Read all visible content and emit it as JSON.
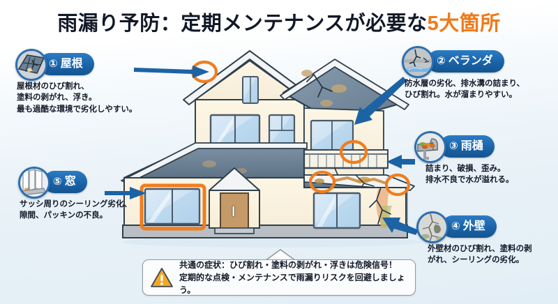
{
  "header": {
    "title_main": "雨漏り予防：定期メンテナンスが必要な",
    "title_accent": "5大箇所"
  },
  "colors": {
    "badge_blue": "#1a63a8",
    "accent_orange": "#ef7a1a",
    "arrow_blue": "#1c63a5",
    "highlight_orange": "#f07d1f",
    "background": "#e8f1f7",
    "text_dark": "#111827",
    "warning_amber": "#f5a623"
  },
  "cards": [
    {
      "id": "roof",
      "number": "①",
      "label": "屋根",
      "icon": "roof-tile-crack-icon",
      "desc": "屋根材のひび割れ、\n塗料の剥がれ、浮き。\n最も過酷な環境で劣化しやすい。"
    },
    {
      "id": "balcony",
      "number": "②",
      "label": "ベランダ",
      "icon": "balcony-waterpool-crack-icon",
      "desc": "防水層の劣化、排水溝の詰まり、\nひび割れ。水が溜まりやすい。"
    },
    {
      "id": "gutter",
      "number": "③",
      "label": "雨樋",
      "icon": "gutter-clogged-leaves-icon",
      "desc": "詰まり、破損、歪み。\n排水不良で水が溢れる。"
    },
    {
      "id": "exterior-wall",
      "number": "④",
      "label": "外壁",
      "icon": "wall-crack-peeling-icon",
      "desc": "外壁材のひび割れ、塗料の剥\nがれ、シーリングの劣化。"
    },
    {
      "id": "window",
      "number": "⑤",
      "label": "窓",
      "icon": "window-sash-seal-icon",
      "desc": "サッシ周りのシーリング劣化、\n隙間、パッキンの不良。"
    }
  ],
  "callout": {
    "icon": "warning-triangle-icon",
    "text": "共通の症状：ひび割れ・塗料の剥がれ・浮きは危険信号！\n定期的な点検・メンテナンスで雨漏りリスクを回避しましょう。"
  },
  "illustration": {
    "name": "two-story-house-illustration",
    "highlight_markers": 5,
    "arrows": 5
  }
}
